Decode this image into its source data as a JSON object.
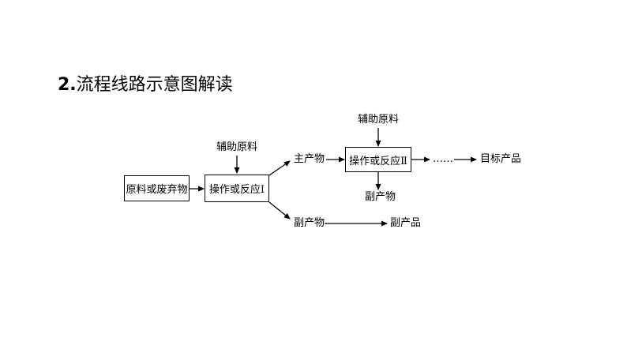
{
  "title": {
    "number": "2.",
    "text": "流程线路示意图解读"
  },
  "diagram": {
    "raw_material": "原料或废弃物",
    "operation_1": "操作或反应Ⅰ",
    "aux_material_1": "辅助原料",
    "main_product": "主产物",
    "by_product_1": "副产物",
    "by_product_final": "副产品",
    "operation_2": "操作或反应Ⅱ",
    "aux_material_2": "辅助原料",
    "by_product_2": "副产物",
    "ellipsis": "……",
    "target_product": "目标产品"
  }
}
